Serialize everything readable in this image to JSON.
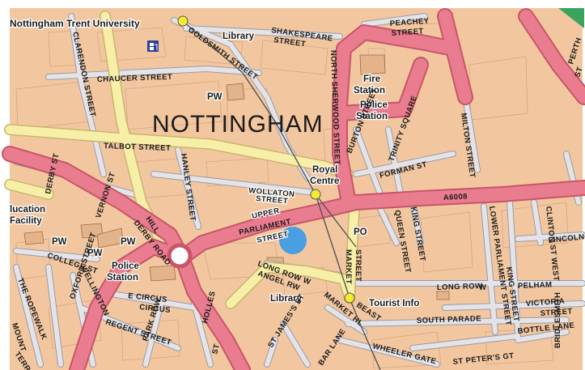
{
  "colors": {
    "building": "#f2c7a0",
    "building_edge": "#d7a57f",
    "road_major": "#e97c8f",
    "road_major_edge": "#c85568",
    "road_secondary": "#f7efa8",
    "road_secondary_edge": "#c9b56a",
    "road_minor": "#e4e4e8",
    "road_minor_edge": "#9a9aa6",
    "tram": "#555555",
    "marker_yellow": "#f3ec2e",
    "marker_blue": "#4a9fe3",
    "park_green": "#3aa35d",
    "fuel_blue": "#2c3ea0"
  },
  "icons": {
    "tram_stop": "yellow-circle-icon",
    "location": "blue-dot-icon",
    "fuel": "fuel-pump-icon"
  },
  "map": {
    "title": "NOTTINGHAM",
    "places": {
      "ntu": "Nottingham Trent University",
      "library_north": "Library",
      "library_south": "Library",
      "fire_station_1": "Fire",
      "fire_station_2": "Station",
      "police_east_1": "Police",
      "police_east_2": "Station",
      "police_west_1": "Police",
      "police_west_2": "Station",
      "royal_centre_1": "Royal",
      "royal_centre_2": "Centre",
      "education_1": "lucation",
      "education_2": "Facility",
      "pw_1": "PW",
      "pw_2": "PW",
      "pw_3": "PW",
      "pw_4": "PW",
      "po": "PO",
      "tourist_info": "Tourist Info"
    },
    "streets": {
      "clarendon": "CLARENDON STREET",
      "goldsmith": "GOLDSMITH STREET",
      "shakespeare_1": "SHAKESPEARE",
      "shakespeare_2": "STREET",
      "peachey_1": "PEACHEY",
      "peachey_2": "STREET",
      "north_sherwood": "NORTH SHERWOOD STREET",
      "perth_1": "PERTH",
      "perth_2": "ST",
      "chaucer": "CHAUCER STREET",
      "talbot": "TALBOT STREET",
      "hanley": "HANLEY STREET",
      "burton": "BURTON STREET",
      "trinity": "TRINITY SQUARE",
      "milton": "MILTON STREET",
      "forman": "FORMAN ST",
      "wollaton_1": "WOLLATON",
      "wollaton_2": "STREET",
      "a6008": "A6008",
      "derby": "DERBY ST",
      "vernon": "VERNON ST",
      "upper_parliament_1": "UPPER",
      "upper_parliament_2": "PARLIAMENT",
      "upper_parliament_3": "STREET",
      "queen": "QUEEN STREET",
      "king": "KING STREET",
      "clinton": "CLINTON ST WEST",
      "lower_parliament": "LOWER PARLIAMENT STREET",
      "lincoln": "LINCOLN",
      "college": "COLLEGE ST",
      "wellington": "WELLINGTON",
      "ecircus": "E CIRCUS",
      "circus": "CIRCUS",
      "market_1": "MARKET",
      "market_2": "STREET",
      "long_row_w": "LONG ROW W",
      "angel_row": "ANGEL RW",
      "long_row": "LONG ROW",
      "long_row_w2": "W",
      "pelham": "PELHAM",
      "victoria": "VICTORIA",
      "street_vic": "STREET",
      "king_st_east": "KING STREET",
      "derby_rd": "DERBY ROAD",
      "the_ropewalk": "THE ROPEWALK",
      "oxford": "OXFORD STREET",
      "regent": "REGENT STREET",
      "park_row": "PARK ROW",
      "st_james": "ST JAMES'S ST",
      "beast": "BEAST",
      "market_hl": "MARKET HL",
      "south_parade": "SOUTH PARADE",
      "bottle_lane": "BOTTLE LANE",
      "wheeler": "WHEELER GATE",
      "petersgt": "ST PETER'S GT",
      "bridlesmith": "BRIDLESMITH",
      "bar_lane": "BAR LANE",
      "terrace": "TERRACE",
      "hill": "HILL",
      "mount": "MOUNT",
      "holles": "HOLLES",
      "st_bottom": "ST"
    }
  }
}
